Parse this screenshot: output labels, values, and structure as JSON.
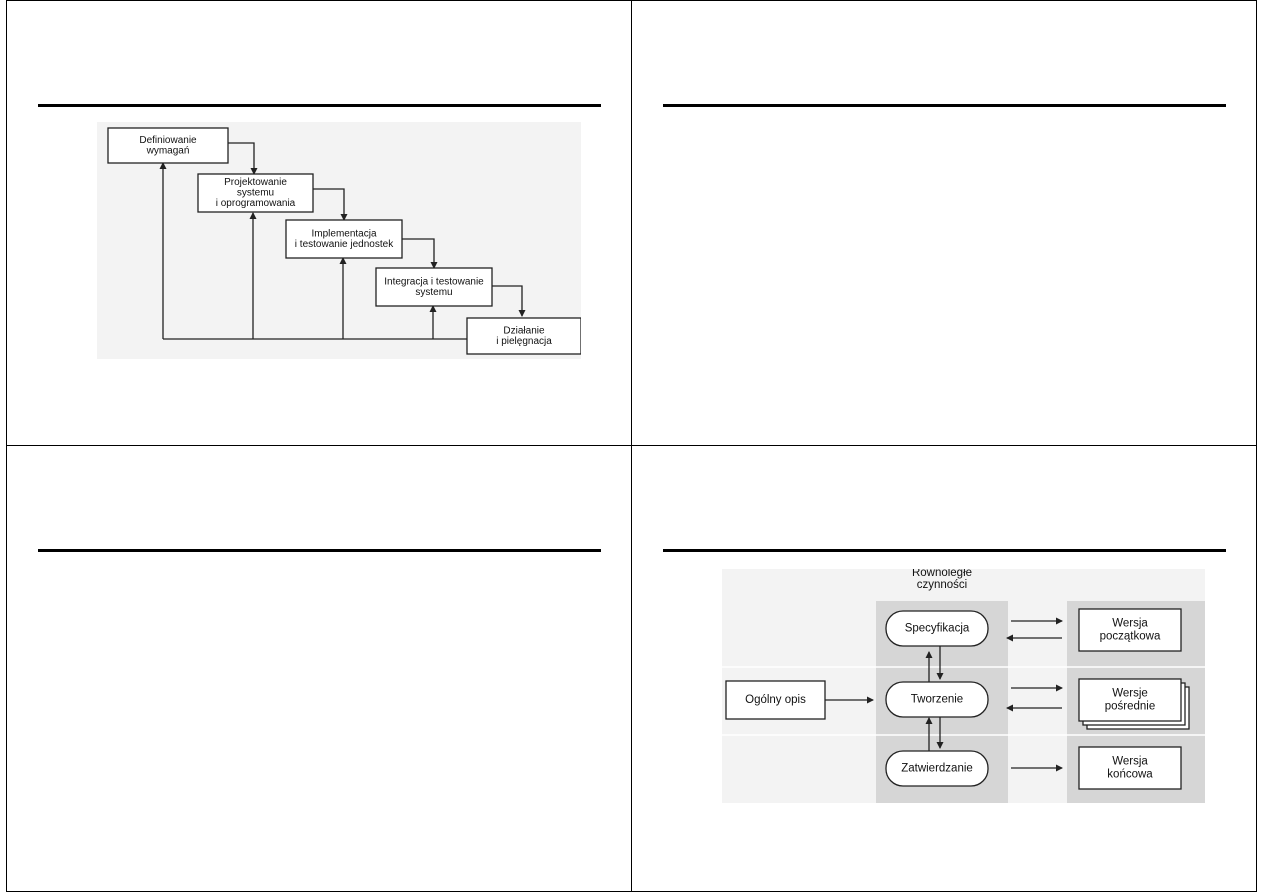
{
  "slides": [
    {
      "position": "top-left",
      "figure": {
        "boxes": [
          [
            "Definiowanie",
            "wymagań"
          ],
          [
            "Projektowanie",
            "systemu",
            "i oprogramowania"
          ],
          [
            "Implementacja",
            "i testowanie jednostek"
          ],
          [
            "Integracja i testowanie",
            "systemu"
          ],
          [
            "Działanie",
            "i pielęgnacja"
          ]
        ]
      }
    },
    {
      "position": "top-right"
    },
    {
      "position": "bottom-left"
    },
    {
      "position": "bottom-right",
      "figure": {
        "parallel_header": [
          "Równoległe",
          "czynności"
        ],
        "input_box": "Ogólny opis",
        "activities": [
          "Specyfikacja",
          "Tworzenie",
          "Zatwierdzanie"
        ],
        "versions": [
          [
            "Wersja",
            "początkowa"
          ],
          [
            "Wersje",
            "pośrednie"
          ],
          [
            "Wersja",
            "końcowa"
          ]
        ]
      }
    }
  ]
}
